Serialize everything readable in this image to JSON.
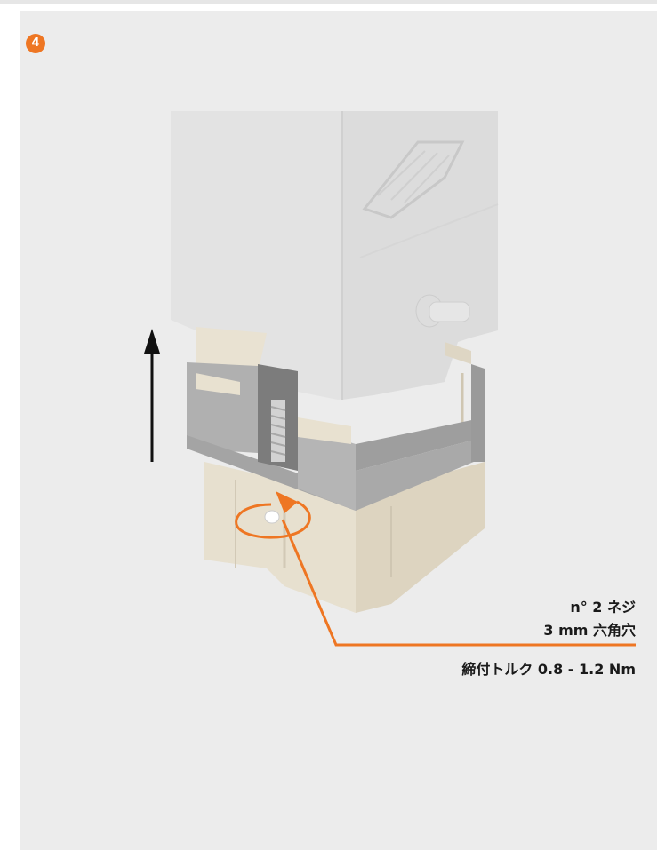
{
  "step": {
    "number": "4"
  },
  "callouts": {
    "screw_label": "n° 2 ネジ",
    "hex_label": "3 mm 六角穴",
    "torque_label": "締付トルク 0.8 - 1.2 Nm"
  },
  "colors": {
    "accent": "#ee7623",
    "background": "#ececec",
    "hood": "#e3e3e3",
    "insert": "#e6dfcf",
    "frame": "#a9a9a9"
  },
  "icons": [
    "up-arrow-icon",
    "rotation-arrow-icon"
  ]
}
